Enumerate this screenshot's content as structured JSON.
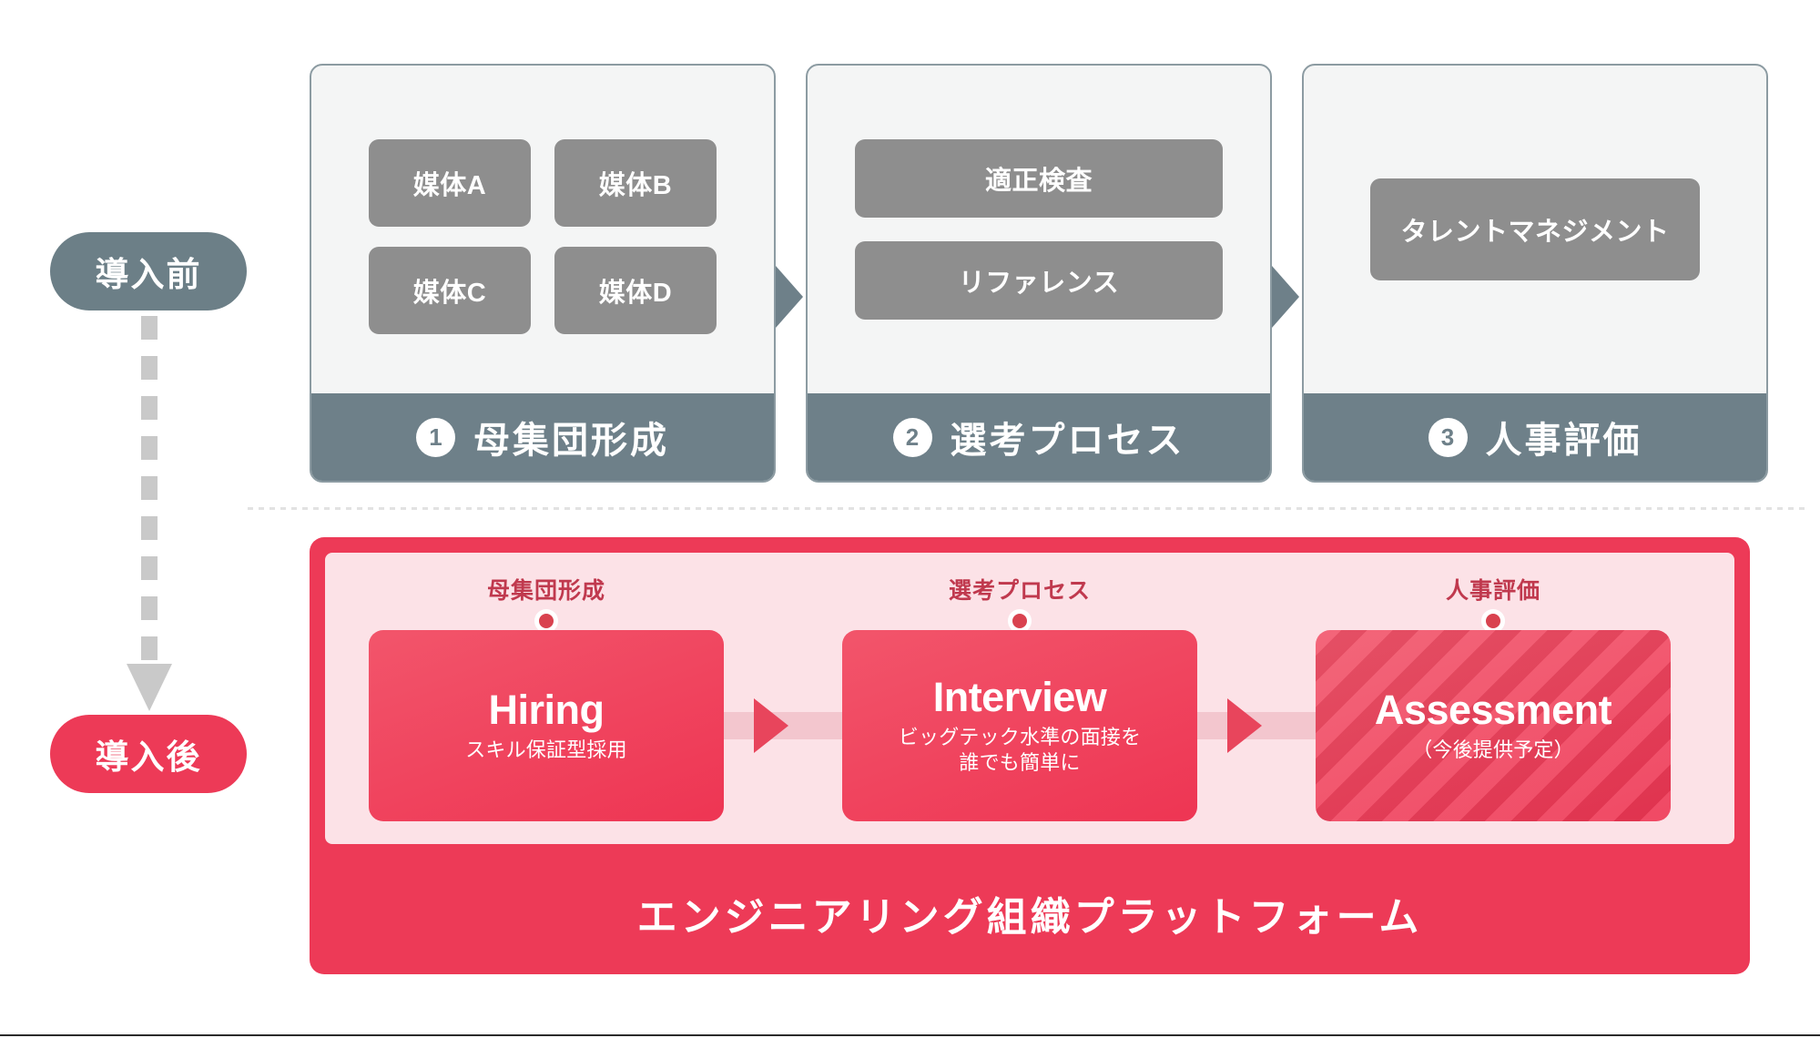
{
  "rail": {
    "before_label": "導入前",
    "after_label": "導入後",
    "arrow_icon": "down-arrow-icon"
  },
  "before_section": {
    "cards": [
      {
        "number": "1",
        "footer_label": "母集団形成",
        "chips": [
          "媒体A",
          "媒体B",
          "媒体C",
          "媒体D"
        ]
      },
      {
        "number": "2",
        "footer_label": "選考プロセス",
        "chips": [
          "適正検査",
          "リファレンス"
        ]
      },
      {
        "number": "3",
        "footer_label": "人事評価",
        "chips": [
          "タレントマネジメント"
        ]
      }
    ],
    "arrow_icon": "right-triangle-icon"
  },
  "after_section": {
    "products": [
      {
        "label": "母集団形成",
        "title": "Hiring",
        "subtitle": "スキル保証型採用",
        "coming_soon": false
      },
      {
        "label": "選考プロセス",
        "title": "Interview",
        "subtitle": "ビッグテック水準の面接を\n誰でも簡単に",
        "coming_soon": false
      },
      {
        "label": "人事評価",
        "title": "Assessment",
        "subtitle": "（今後提供予定）",
        "coming_soon": true
      }
    ],
    "platform_label": "エンジニアリング組織プラットフォーム",
    "arrow_icon": "right-triangle-icon"
  },
  "colors": {
    "slate": "#6E8089",
    "slate_pill": "#6C7F87",
    "chip_gray": "#8E8E8E",
    "card_bg": "#F4F5F5",
    "card_border": "#8C9BA2",
    "brand_red": "#ED3A57",
    "brand_red_light": "#F2556B",
    "pink_bg": "#FCE2E7",
    "pink_band": "#F3C6CE",
    "label_red": "#C0394E",
    "dashed_gray": "#C9C9C9",
    "divider_gray": "#E2E2E2"
  }
}
